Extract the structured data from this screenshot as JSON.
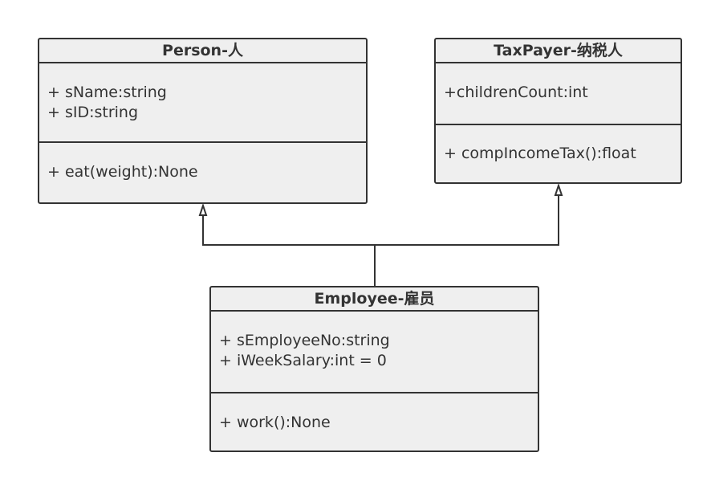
{
  "classes": {
    "person": {
      "name": "Person-人",
      "attributes": [
        "+ sName:string",
        "+ sID:string"
      ],
      "operations": [
        "+ eat(weight):None"
      ]
    },
    "taxpayer": {
      "name": "TaxPayer-纳税人",
      "attributes": [
        "+childrenCount:int"
      ],
      "operations": [
        "+ compIncomeTax():float"
      ]
    },
    "employee": {
      "name": "Employee-雇员",
      "attributes": [
        "+ sEmployeeNo:string",
        "+ iWeekSalary:int = 0"
      ],
      "operations": [
        "+ work():None"
      ]
    }
  },
  "relationships": [
    {
      "type": "generalization",
      "from": "employee",
      "to": "person"
    },
    {
      "type": "generalization",
      "from": "employee",
      "to": "taxpayer"
    }
  ],
  "colors": {
    "box_fill": "#efefef",
    "line": "#333333",
    "text": "#333333"
  }
}
